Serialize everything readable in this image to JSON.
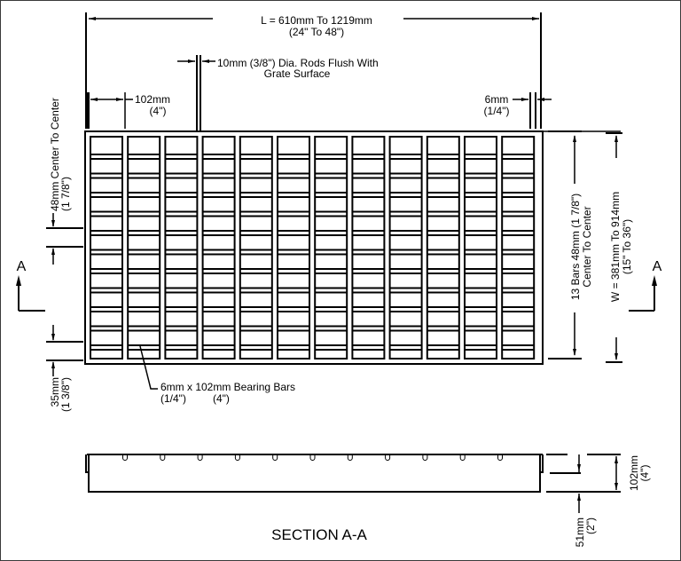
{
  "drawing": {
    "type": "grating-plan-and-section",
    "background": "#ffffff",
    "line_color": "#000000",
    "frame_color": "#3a3a3a"
  },
  "dimensions": {
    "length": {
      "line1": "L = 610mm To 1219mm",
      "line2": "(24\" To 48\")"
    },
    "rods": {
      "line1": "10mm (3/8\") Dia. Rods Flush With",
      "line2": "Grate Surface"
    },
    "bar_spacing_top": {
      "line1": "102mm",
      "line2": "(4\")"
    },
    "end_bar": {
      "line1": "6mm",
      "line2": "(1/4\")"
    },
    "rod_spacing": {
      "line1": "48mm Center To Center",
      "line2": "(1 7/8\")"
    },
    "edge_offset": {
      "line1": "35mm",
      "line2": "(1 3/8\")"
    },
    "bars_count": {
      "line1": "13 Bars 48mm (1 7/8\")",
      "line2": "Center To Center"
    },
    "width": {
      "line1": "W = 381mm To 914mm",
      "line2": "(15\" To 36\")"
    },
    "bearing_bars": {
      "line1": "6mm x 102mm Bearing Bars",
      "line2a": "(1/4\")",
      "line2b": "(4\")"
    },
    "section_height": {
      "line1": "102mm",
      "line2": "(4\")"
    },
    "section_notch": {
      "line1": "51mm",
      "line2": "(2\")"
    }
  },
  "section_markers": {
    "left": "A",
    "right": "A"
  },
  "section_title": "SECTION A-A",
  "grate": {
    "columns": 12,
    "rows": 12,
    "rod_count_section": 11
  }
}
